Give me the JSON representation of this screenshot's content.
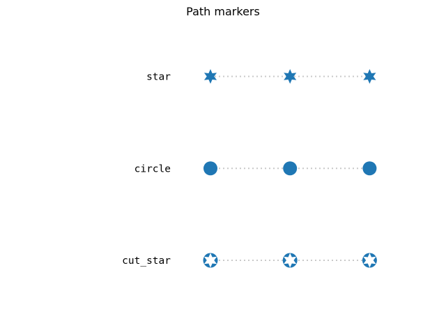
{
  "chart_data": {
    "type": "line",
    "title": "Path markers",
    "x": [
      0,
      1,
      2
    ],
    "series": [
      {
        "name": "star",
        "marker": "star",
        "y": [
          2,
          2,
          2
        ]
      },
      {
        "name": "circle",
        "marker": "circle",
        "y": [
          1,
          1,
          1
        ]
      },
      {
        "name": "cut_star",
        "marker": "cut_star",
        "y": [
          0,
          0,
          0
        ]
      }
    ],
    "line_style": "dotted",
    "line_color": "#c9c9c9",
    "marker_color": "#1f77b4",
    "marker_size": 21,
    "background": "#ffffff",
    "axes": "hidden",
    "legend": "none",
    "xlim": [
      0,
      2
    ],
    "ylim": [
      0,
      2
    ]
  }
}
